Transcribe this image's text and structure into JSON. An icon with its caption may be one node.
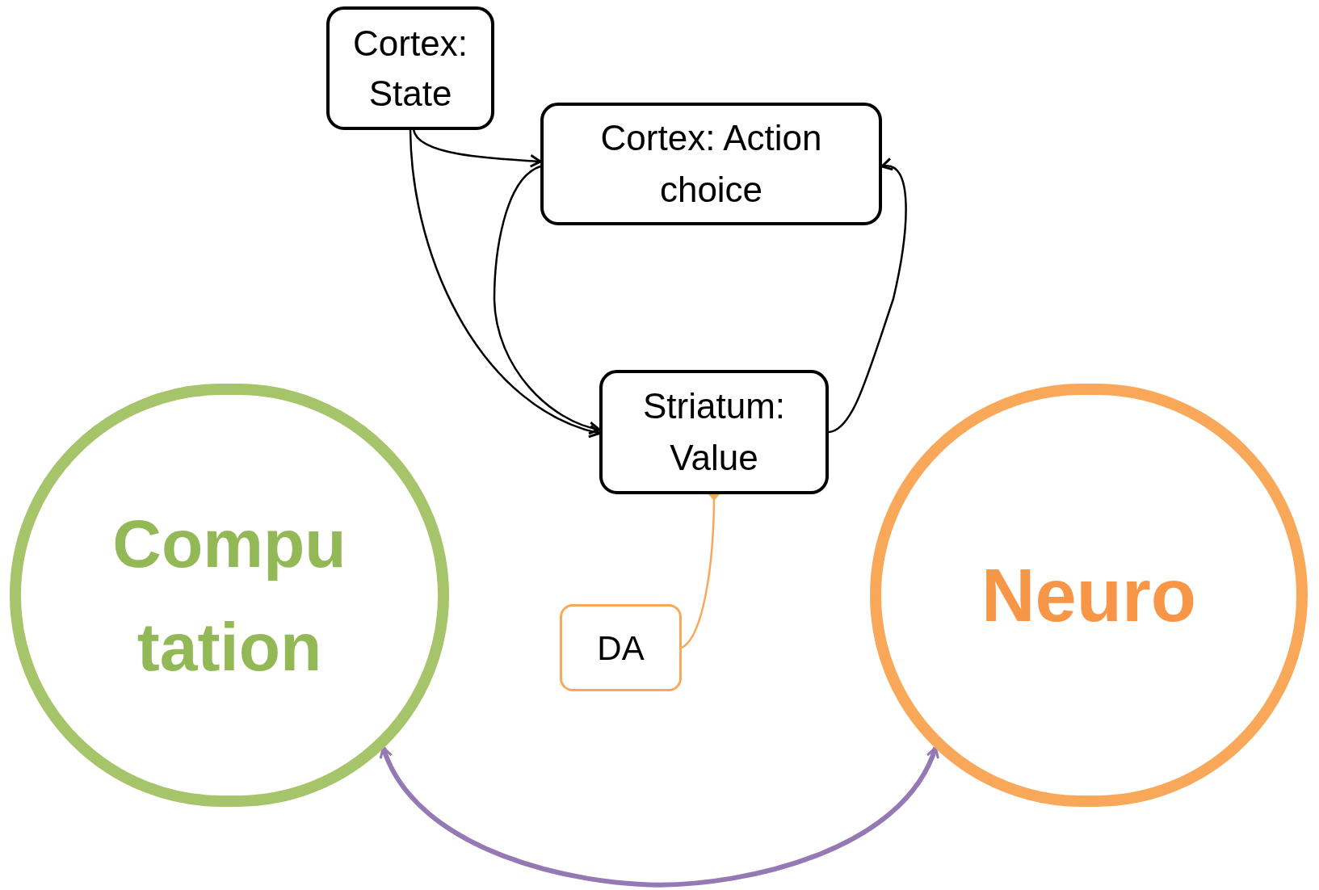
{
  "diagram": {
    "nodes": [
      {
        "text": [
          "Cortex: State"
        ]
      },
      {
        "text": [
          "Cortex: Action choice"
        ]
      },
      {
        "text": [
          "Striatum: Value"
        ]
      },
      {
        "text": [
          "DA"
        ]
      },
      {
        "text": [
          "Compu tation"
        ]
      },
      {
        "text": [
          "Neuro"
        ]
      }
    ],
    "edges": [
      {
        "from": 0,
        "to": 1,
        "arrow": "to"
      },
      {
        "from": 0,
        "to": 2,
        "arrow": "to"
      },
      {
        "from": 1,
        "to": 2,
        "arrow": "to"
      },
      {
        "from": 2,
        "to": 1,
        "arrow": "to"
      },
      {
        "from": 3,
        "to": 2,
        "arrow": "other",
        "color": "#f9a85a"
      },
      {
        "from": 4,
        "to": 5,
        "arrow": "both",
        "style": "thick",
        "color": "#9479b4"
      }
    ]
  }
}
